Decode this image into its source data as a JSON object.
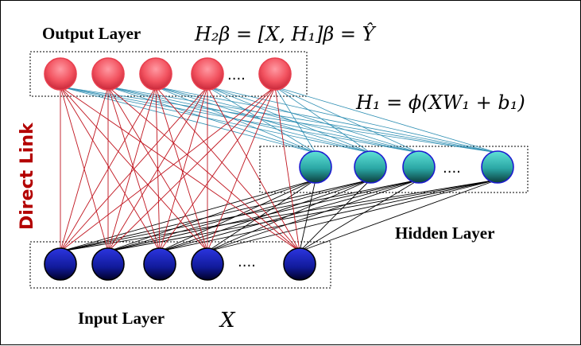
{
  "labels": {
    "output_layer": "Output Layer",
    "hidden_layer": "Hidden Layer",
    "input_layer": "Input Layer",
    "direct_link": "Direct Link",
    "ellipsis": "...."
  },
  "equations": {
    "output": "H₂β = [X, H₁]β = Ŷ",
    "hidden": "H₁ = ϕ(XW₁ + b₁)",
    "input": "X"
  },
  "network": {
    "output_nodes": 5,
    "hidden_nodes": 4,
    "input_nodes": 5
  },
  "colors": {
    "output_node": "#ff6f7f",
    "hidden_node": "#30b7b4",
    "input_node": "#1a22a8",
    "direct_link_edges": "#c0141e",
    "input_hidden_edges": "#000000",
    "hidden_output_edges": "#2f8fb3"
  }
}
